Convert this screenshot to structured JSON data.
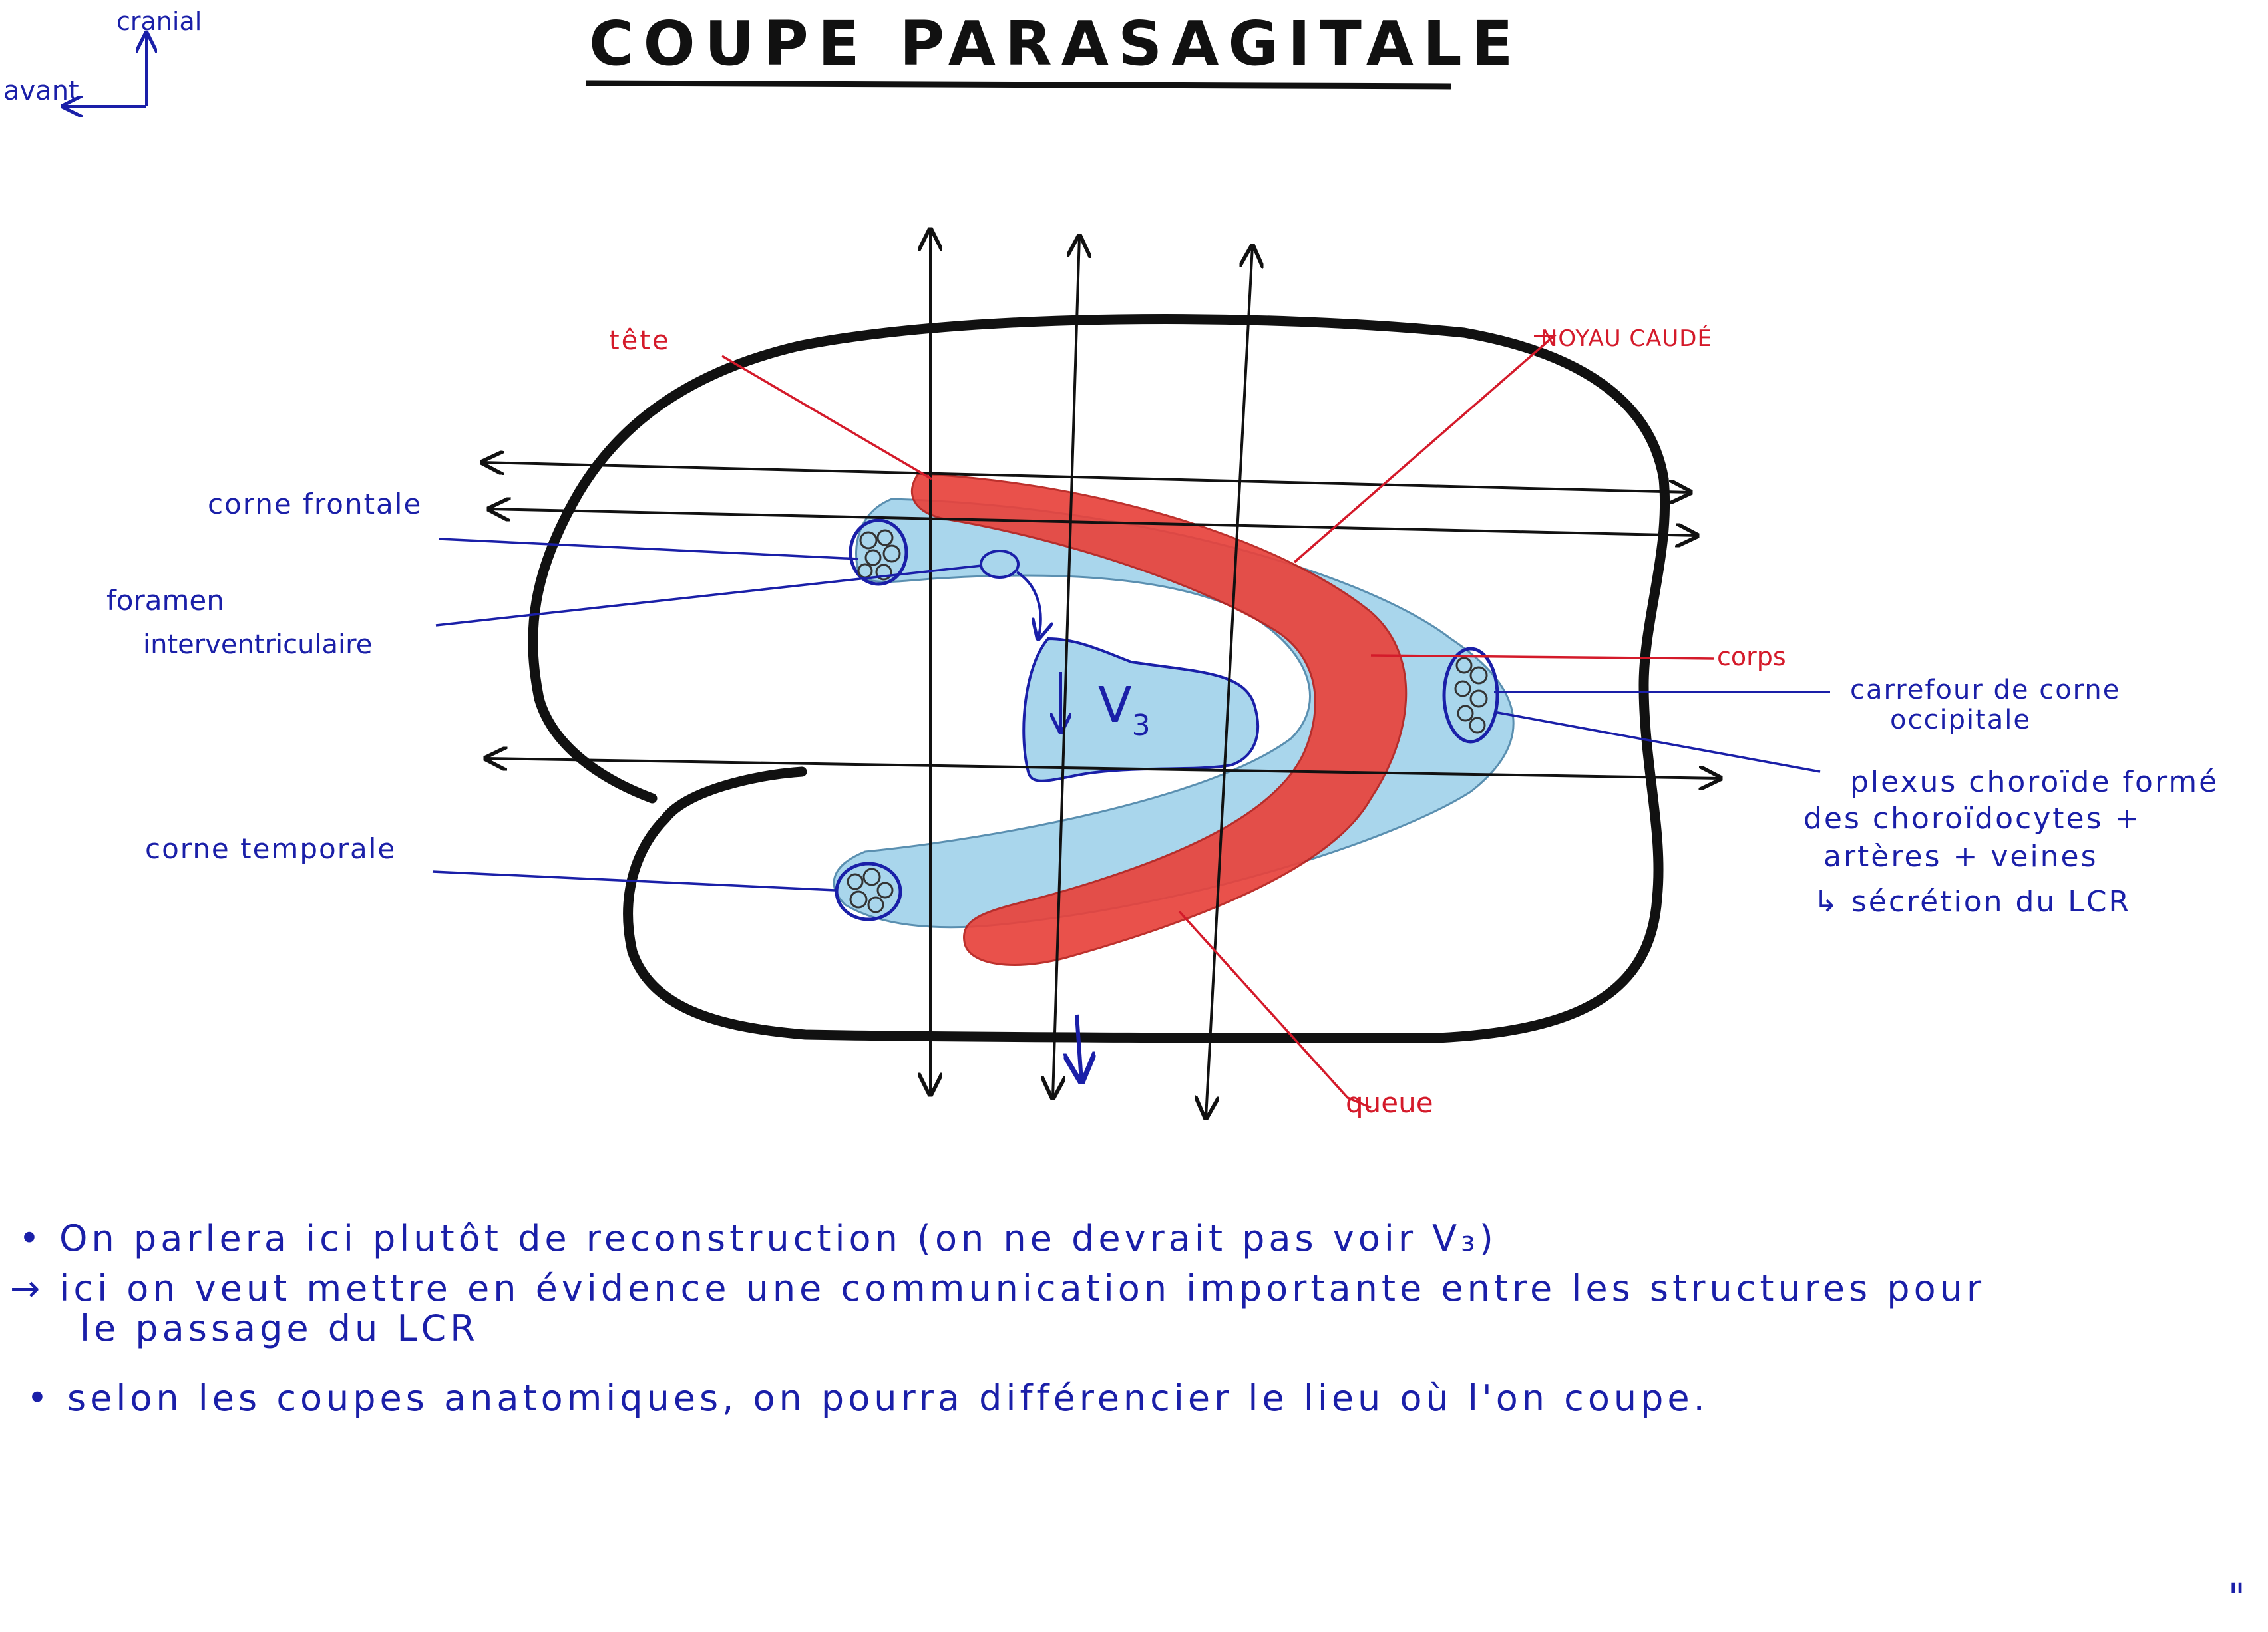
{
  "title": "COUPE PARASAGITALE",
  "orientation": {
    "up_label": "cranial",
    "left_label": "avant"
  },
  "labels": {
    "tete": "tête",
    "noyau_caude": "NOYAU CAUDÉ",
    "corne_frontale": "corne frontale",
    "foramen_line1": "foramen",
    "foramen_line2": "interventriculaire",
    "corps": "corps",
    "carrefour_line1": "carrefour de corne",
    "carrefour_line2": "occipitale",
    "plexus_line1": "plexus choroïde formé",
    "plexus_line2": "des choroïdocytes +",
    "plexus_line3": "artères + veines",
    "plexus_line4": "↳ sécrétion du LCR",
    "corne_temporale": "corne temporale",
    "queue": "queue",
    "v3_letter": "V",
    "v3_sub": "3"
  },
  "notes": [
    "• On parlera ici plutôt de reconstruction (on ne devrait pas voir V₃)",
    "→ ici on veut mettre en évidence une communication importante entre les structures pour",
    "le passage du LCR",
    "• selon les coupes anatomiques, on pourra différencier le lieu où l'on coupe."
  ],
  "page_mark": "\"",
  "colors": {
    "ink_blue": "#1a1fa8",
    "ink_red": "#d41a2a",
    "outline_black": "#111111",
    "ventricle_fill": "#a9d6ec",
    "caudate_fill": "#e8433c"
  }
}
